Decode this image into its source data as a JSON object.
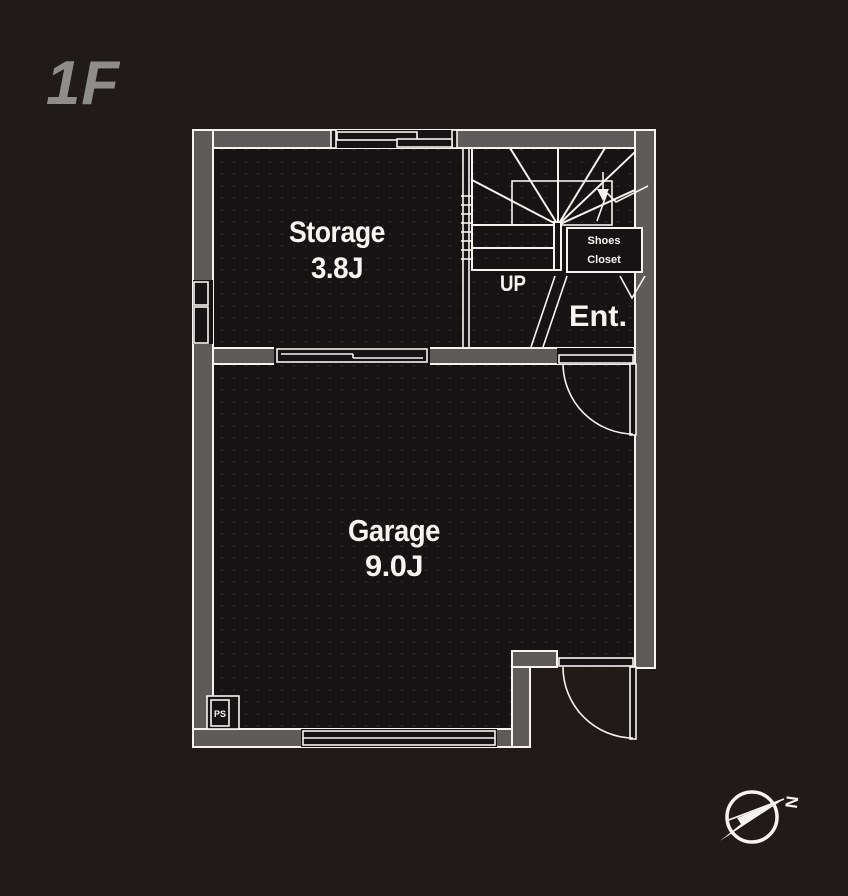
{
  "floor_label": "1F",
  "plan": {
    "rooms": {
      "storage": {
        "name": "Storage",
        "area": "3.8J"
      },
      "garage": {
        "name": "Garage",
        "area": "9.0J"
      },
      "entrance": {
        "name": "Ent."
      },
      "shoes_closet": {
        "line1": "Shoes",
        "line2": "Closet"
      },
      "pipe_space": {
        "label": "PS"
      },
      "stairs": {
        "direction_label": "UP"
      }
    }
  },
  "compass": {
    "north_label": "N"
  },
  "colors": {
    "background": "#201b19",
    "floor": "#171213",
    "wall_gray": "#5f5b5b",
    "line_white": "#f6f3f0",
    "floor_label_gray": "#8f8c8c"
  }
}
